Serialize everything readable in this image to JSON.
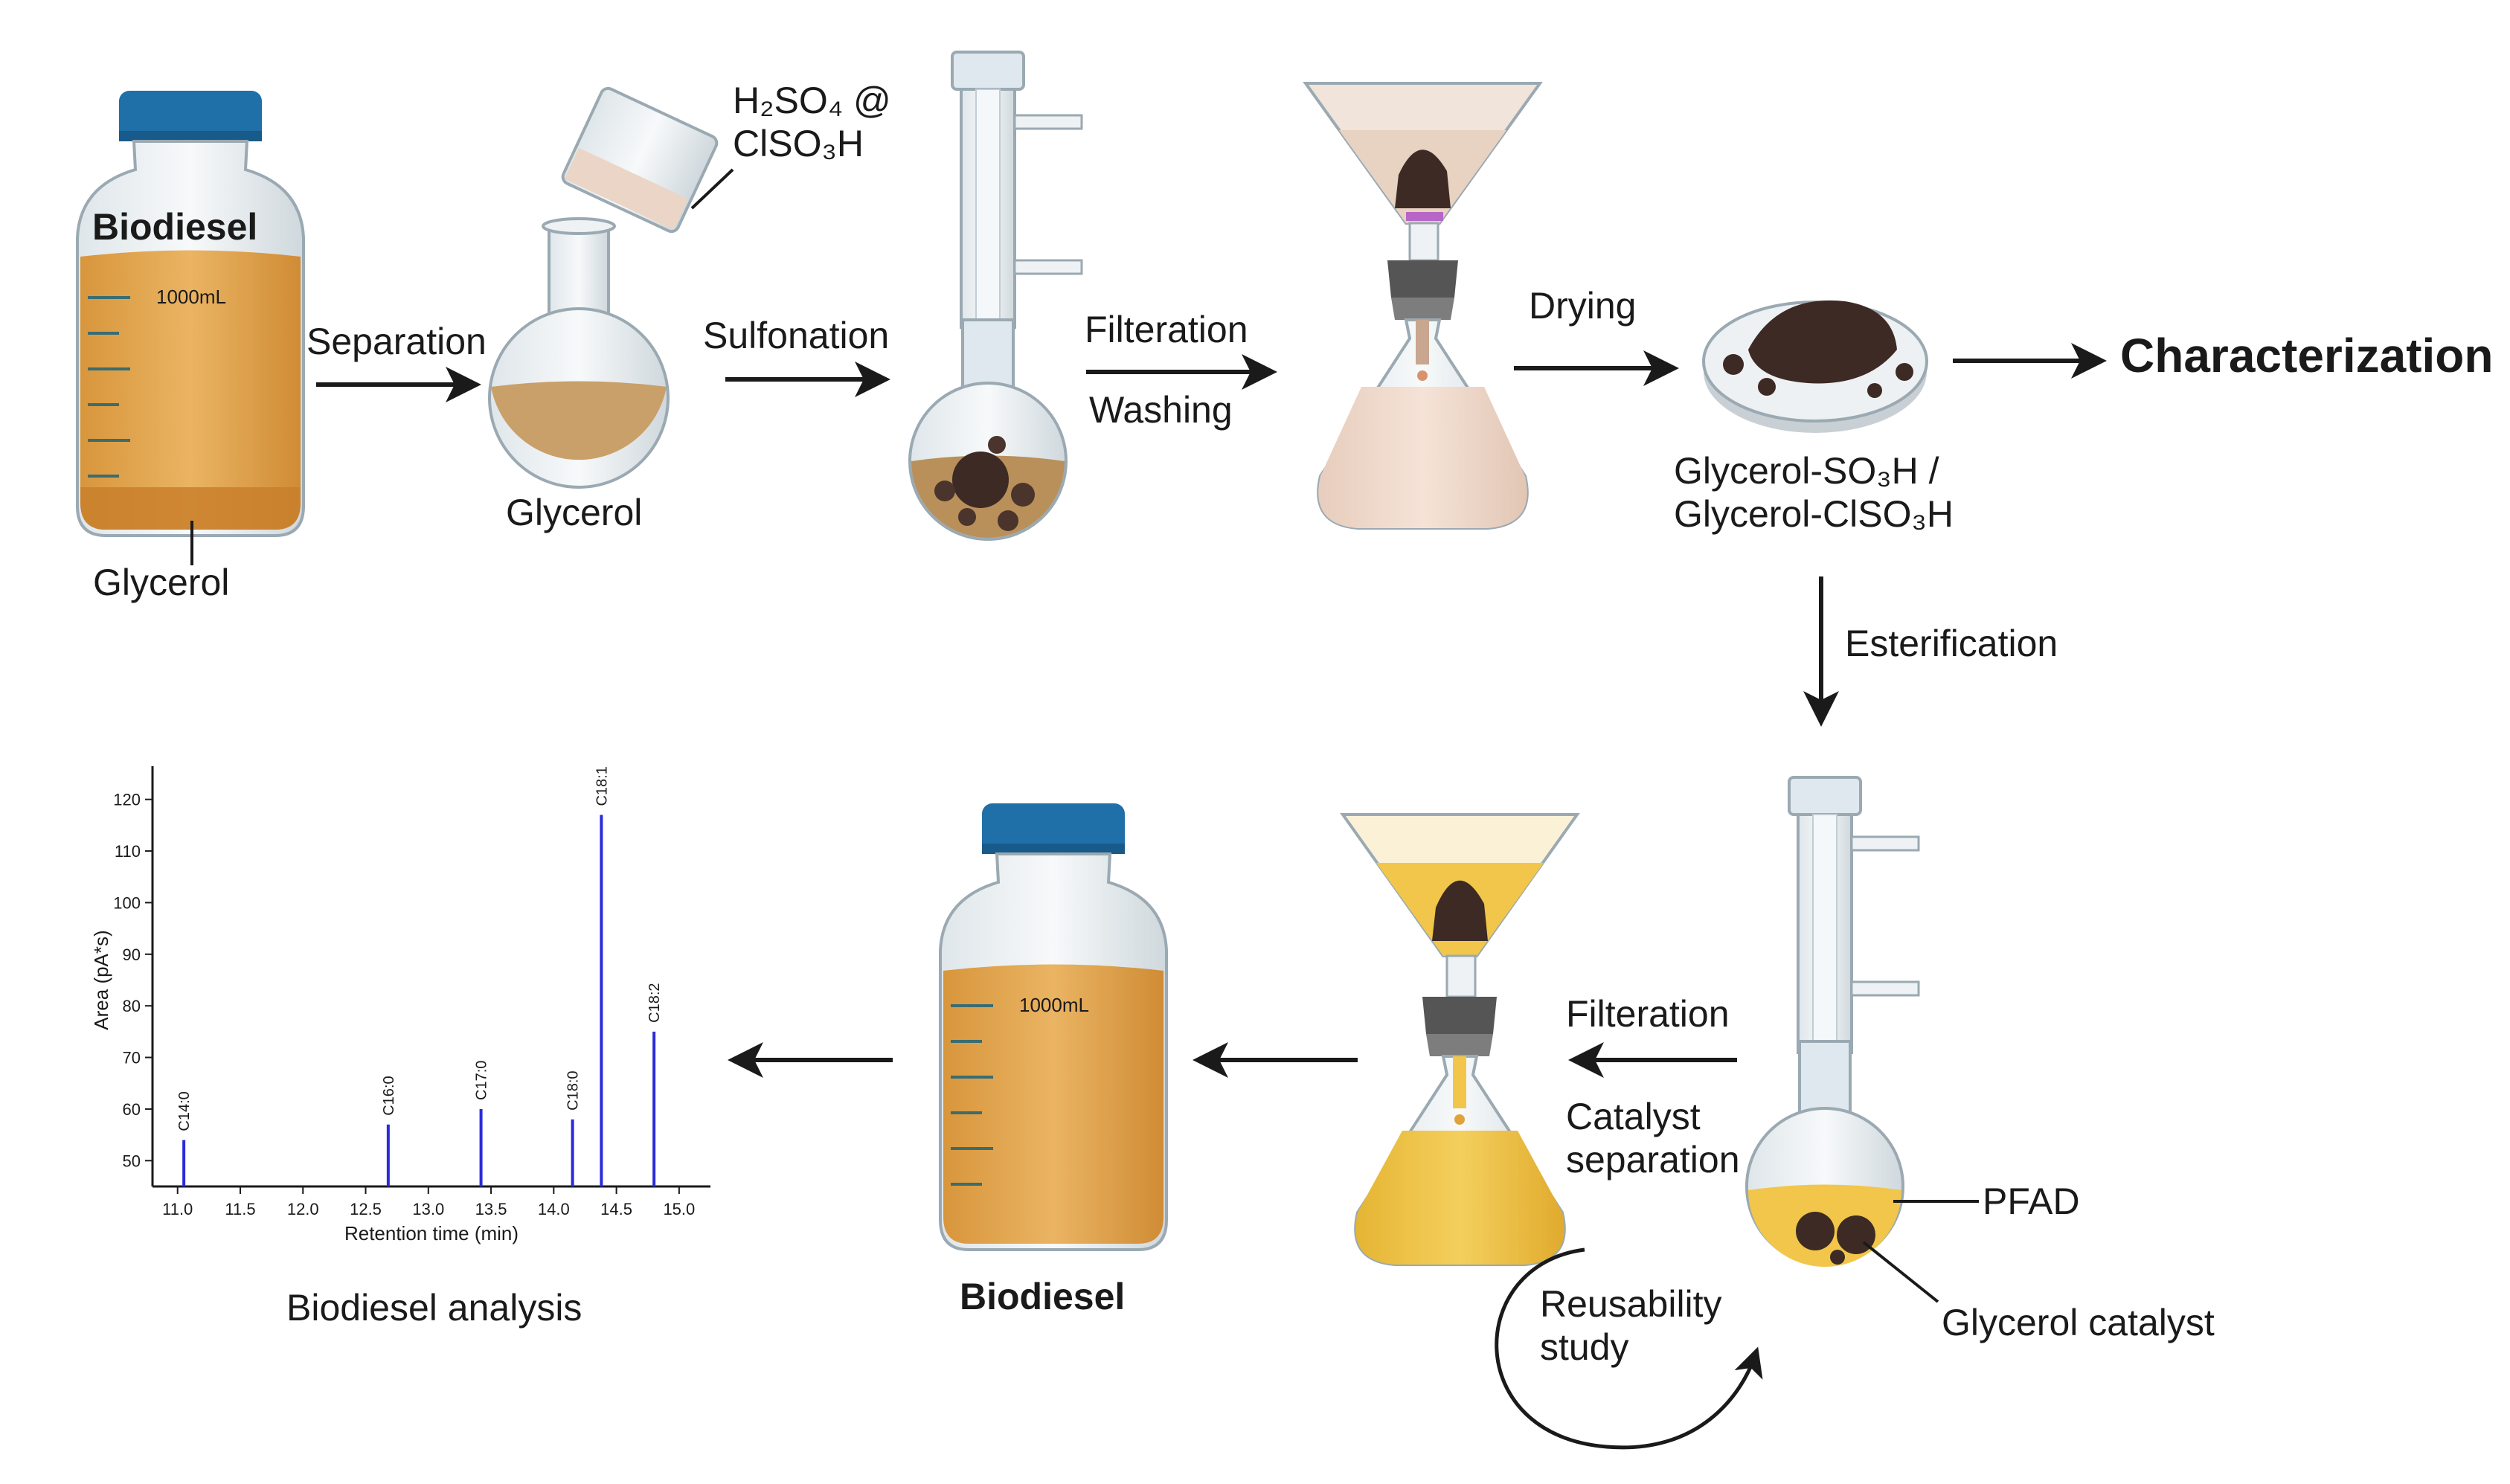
{
  "labels": {
    "biodiesel_top": "Biodiesel",
    "bottle_volume_top": "1000mL",
    "glycerol_layer": "Glycerol",
    "separation": "Separation",
    "glycerol_flask": "Glycerol",
    "acid_line1": "H₂SO₄ @",
    "acid_line2": "ClSO₃H",
    "sulfonation": "Sulfonation",
    "filteration_top": "Filteration",
    "washing": "Washing",
    "drying": "Drying",
    "catalyst_line1": "Glycerol-SO₃H /",
    "catalyst_line2": "Glycerol-ClSO₃H",
    "characterization": "Characterization",
    "esterification": "Esterification",
    "pfad": "PFAD",
    "glycerol_catalyst": "Glycerol catalyst",
    "filteration_bottom": "Filteration",
    "catalyst_sep_line1": "Catalyst",
    "catalyst_sep_line2": "separation",
    "reusability_line1": "Reusability",
    "reusability_line2": "study",
    "biodiesel_bottom": "Biodiesel",
    "bottle_volume_bottom": "1000mL",
    "biodiesel_analysis": "Biodiesel analysis"
  },
  "colors": {
    "biodiesel_liquid": "#e3a64a",
    "glycerol_liquid": "#c9a06a",
    "bottle_cap": "#1f6fa8",
    "catalyst_dark": "#3d2a24",
    "chart_line": "#2b2bd9",
    "arrow": "#1a1a1a"
  },
  "chart_data": {
    "type": "bar",
    "title": "",
    "xlabel": "Retention time (min)",
    "ylabel": "Area (pA*s)",
    "xlim": [
      10.8,
      15.25
    ],
    "ylim": [
      45,
      125
    ],
    "xticks": [
      "11.0",
      "11.5",
      "12.0",
      "12.5",
      "13.0",
      "13.5",
      "14.0",
      "14.5",
      "15.0"
    ],
    "yticks": [
      "50",
      "60",
      "70",
      "80",
      "90",
      "100",
      "110",
      "120"
    ],
    "peaks": [
      {
        "label": "C14:0",
        "x": 11.05,
        "y": 54
      },
      {
        "label": "C16:0",
        "x": 12.68,
        "y": 57
      },
      {
        "label": "C17:0",
        "x": 13.42,
        "y": 60
      },
      {
        "label": "C18:0",
        "x": 14.15,
        "y": 58
      },
      {
        "label": "C18:1",
        "x": 14.38,
        "y": 117
      },
      {
        "label": "C18:2",
        "x": 14.8,
        "y": 75
      }
    ]
  }
}
